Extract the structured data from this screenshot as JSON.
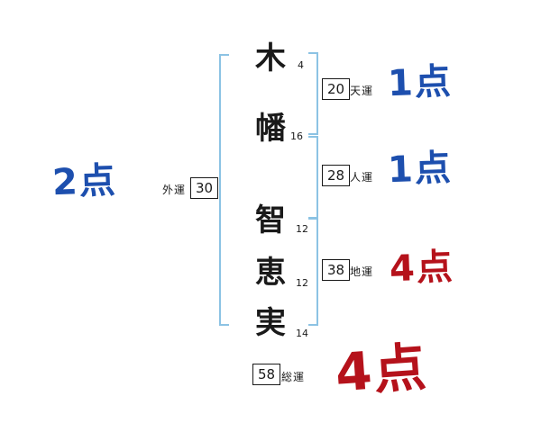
{
  "name_chars": [
    {
      "char": "木",
      "strokes": "4"
    },
    {
      "char": "幡",
      "strokes": "16"
    },
    {
      "char": "智",
      "strokes": "12"
    },
    {
      "char": "恵",
      "strokes": "12"
    },
    {
      "char": "実",
      "strokes": "14"
    }
  ],
  "fortunes": {
    "heaven": {
      "label": "天運",
      "value": "20",
      "score": "1点"
    },
    "person": {
      "label": "人運",
      "value": "28",
      "score": "1点"
    },
    "earth": {
      "label": "地運",
      "value": "38",
      "score": "4点"
    },
    "outer": {
      "label": "外運",
      "value": "30",
      "score": "2点"
    },
    "total": {
      "label": "総運",
      "value": "58",
      "score": "4点"
    }
  },
  "colors": {
    "score_blue": "#1d4fae",
    "score_red": "#b5121b",
    "bracket_blue": "#8cc3e4",
    "ink": "#1a1a1a"
  }
}
